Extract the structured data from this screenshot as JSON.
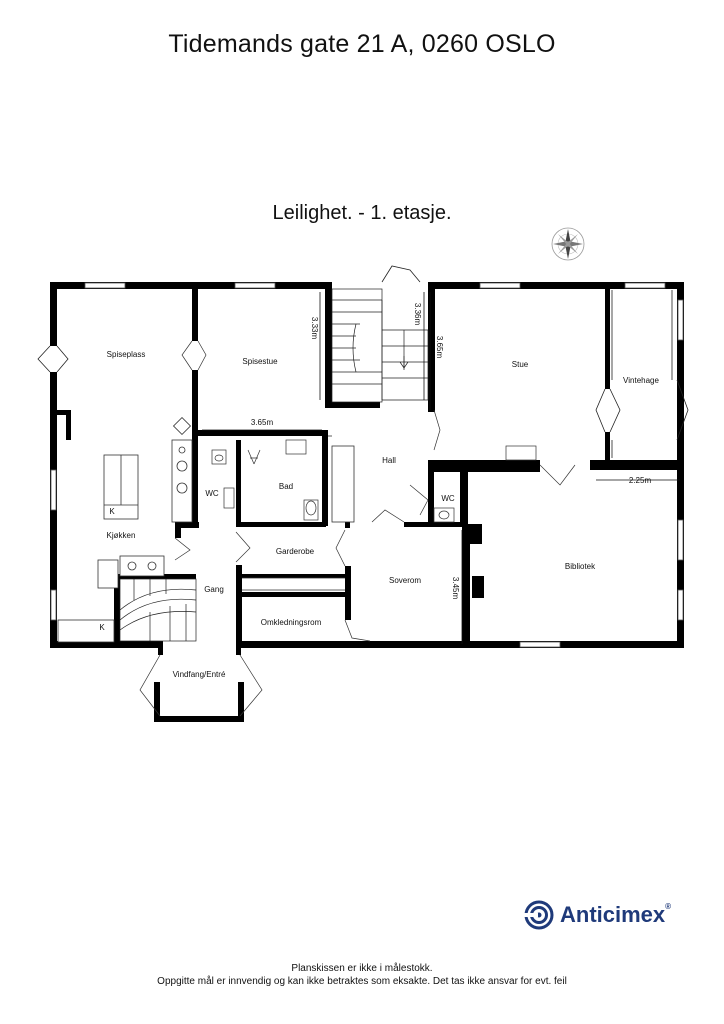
{
  "header": {
    "title": "Tidemands gate 21 A, 0260 OSLO",
    "subtitle": "Leilighet. - 1. etasje."
  },
  "compass": {
    "icon": "compass-rose-icon"
  },
  "rooms": {
    "spiseplass": "Spiseplass",
    "spisestue": "Spisestue",
    "stue": "Stue",
    "vintehage": "Vintehage",
    "hall": "Hall",
    "bad": "Bad",
    "wc1": "WC",
    "wc2": "WC",
    "kjokken": "Kjøkken",
    "k1": "K",
    "k2": "K",
    "garderobe": "Garderobe",
    "soverom": "Soverom",
    "bibliotek": "Bibliotek",
    "gang": "Gang",
    "omkledningsrom": "Omkledningsrom",
    "vindfang": "Vindfang/Entré"
  },
  "dimensions": {
    "d_333": "3.33m",
    "d_336": "3.36m",
    "d_365_v": "3.65m",
    "d_365_h": "3.65m",
    "d_225": "2.25m",
    "d_345": "3.45m"
  },
  "brand": {
    "name": "Anticimex",
    "registered": "®",
    "color": "#1f3a7a",
    "icon": "anticimex-logo-icon"
  },
  "footer": {
    "line1": "Planskissen er ikke i målestokk.",
    "line2": "Oppgitte mål er innvendig og kan ikke betraktes som eksakte. Det tas ikke ansvar for evt. feil"
  }
}
